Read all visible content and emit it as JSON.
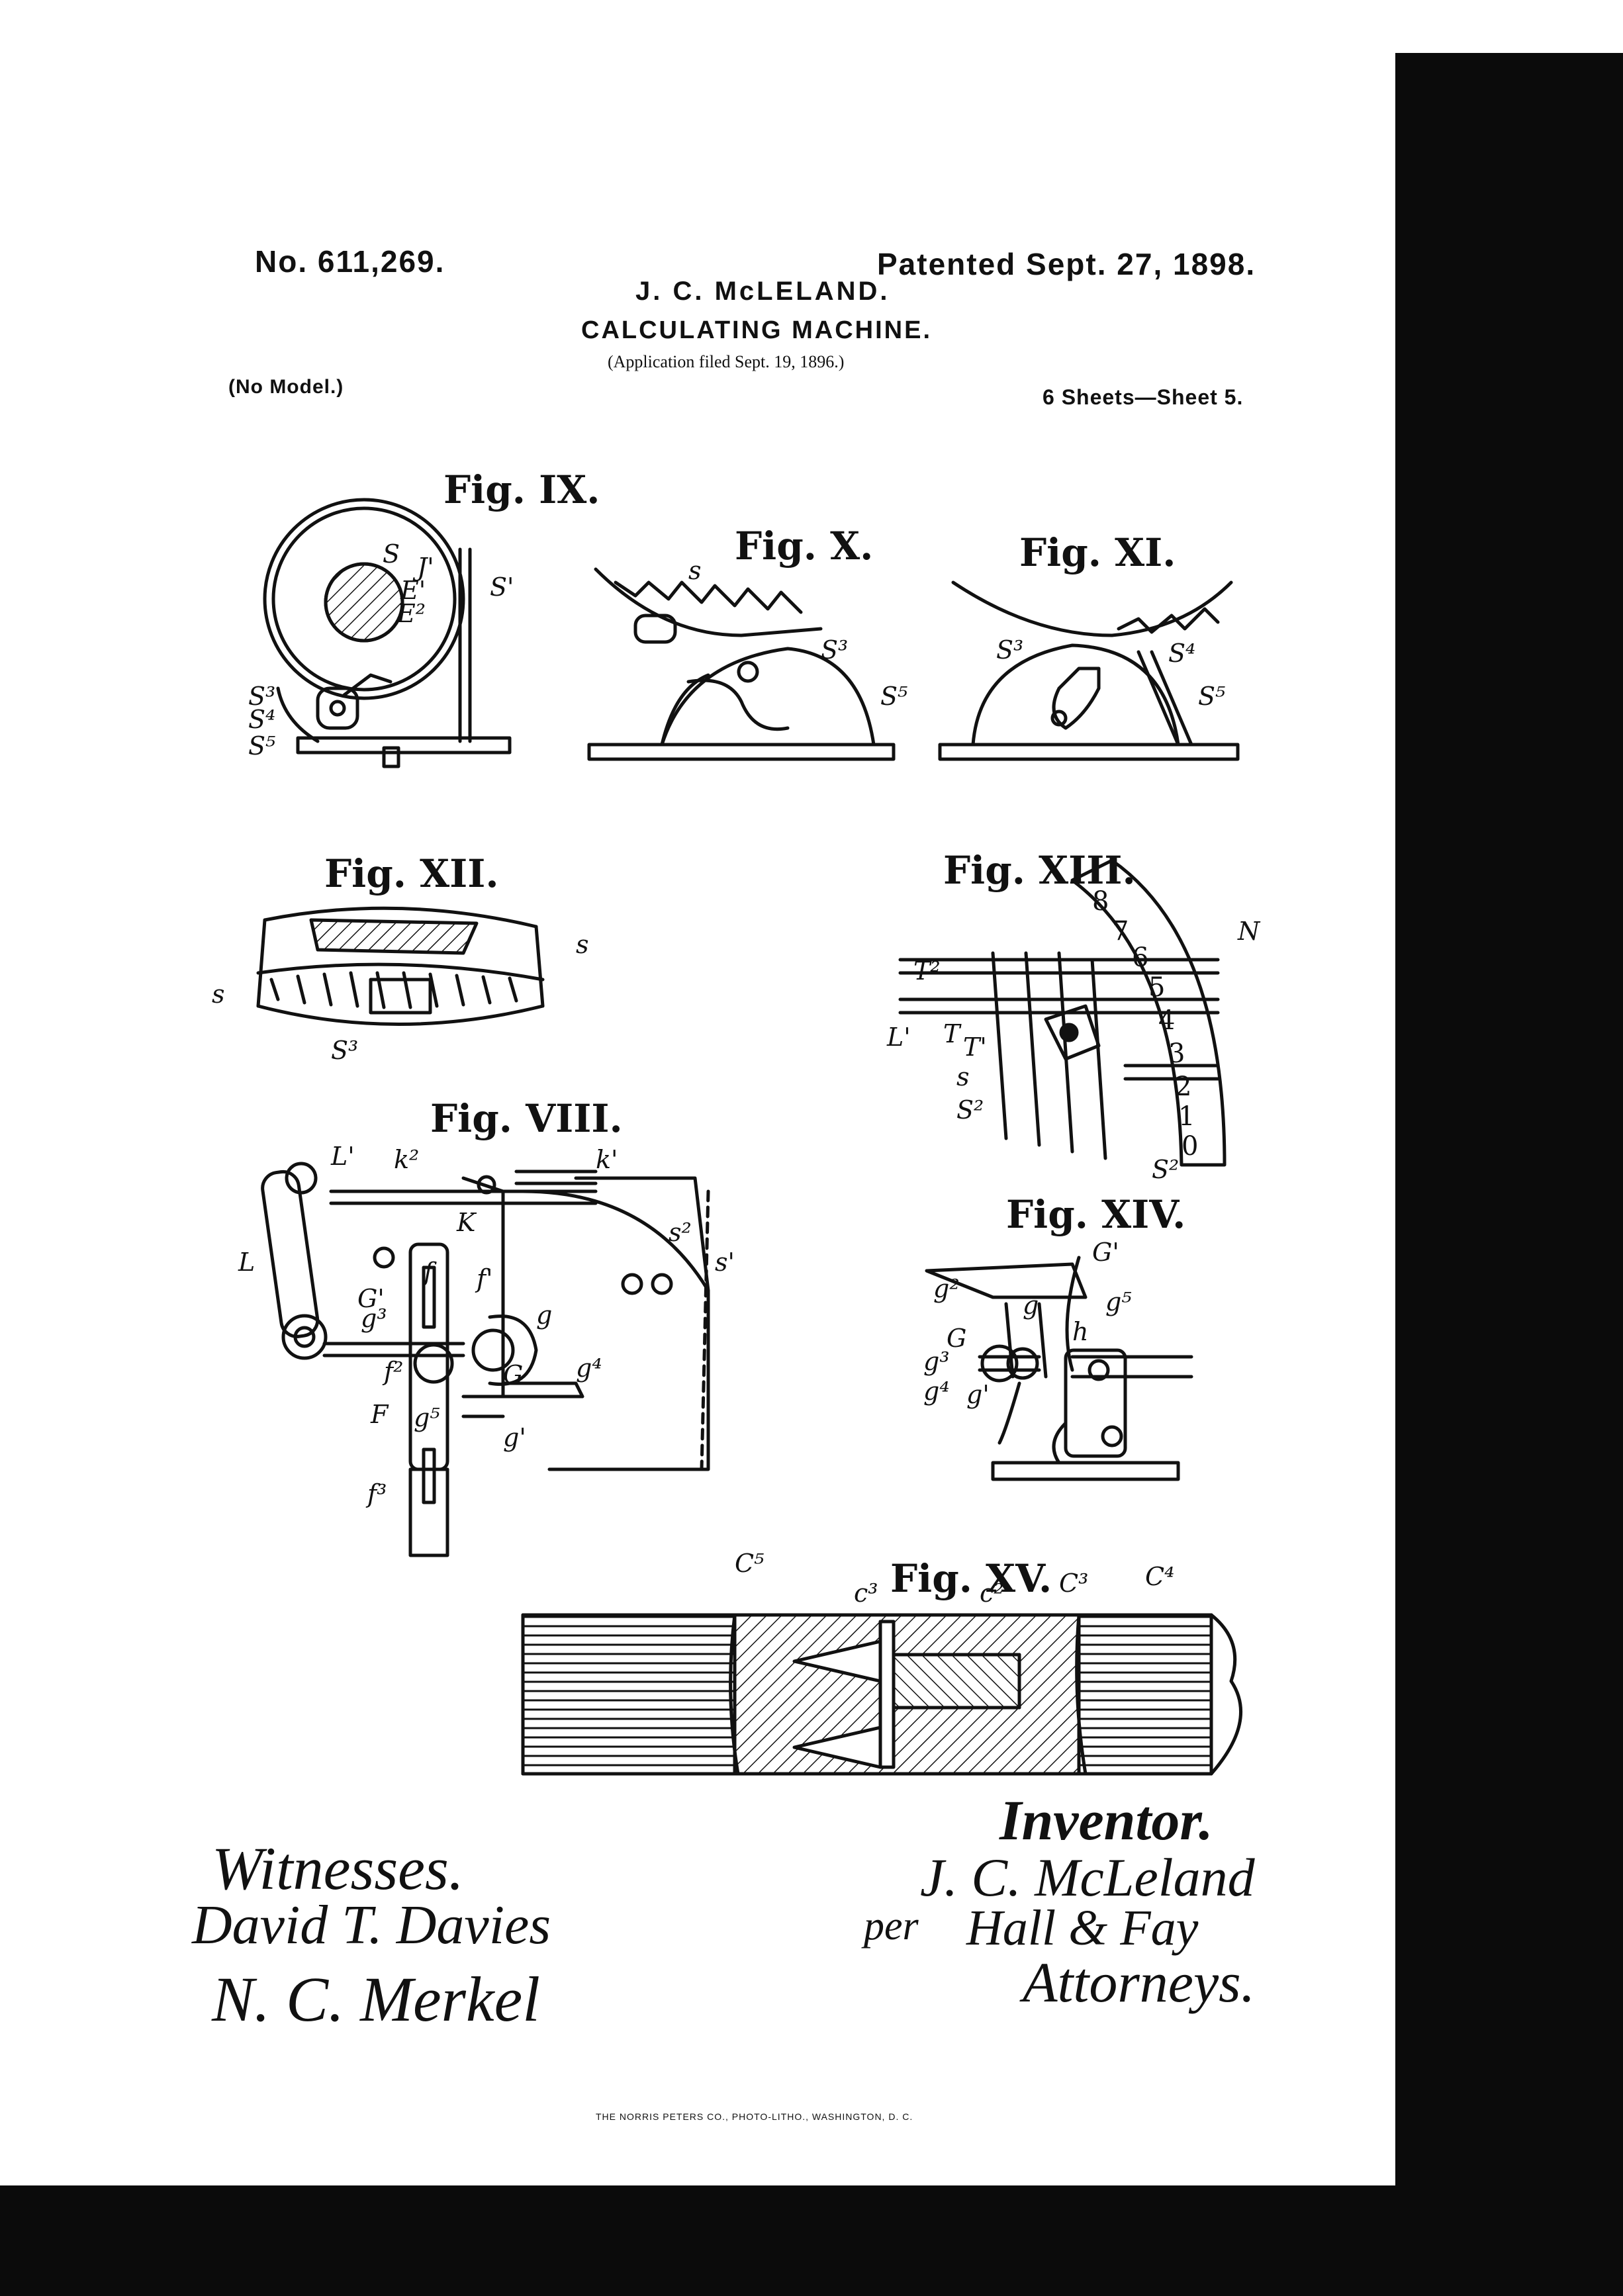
{
  "header": {
    "patent_number": "No. 611,269.",
    "patent_date": "Patented Sept. 27, 1898.",
    "inventor": "J. C. McLELAND.",
    "title": "CALCULATING MACHINE.",
    "application": "(Application filed Sept. 19, 1896.)",
    "model": "(No Model.)",
    "sheets": "6 Sheets—Sheet 5."
  },
  "figures": {
    "ix": "Fig. IX.",
    "x": "Fig. X.",
    "xi": "Fig. XI.",
    "xii": "Fig. XII.",
    "xiii": "Fig. XIII.",
    "viii": "Fig. VIII.",
    "xiv": "Fig. XIV.",
    "xv": "Fig. XV."
  },
  "labels": {
    "ix": [
      "S",
      "J'",
      "E'",
      "E²",
      "S'",
      "S³",
      "S⁴",
      "S⁵"
    ],
    "x": [
      "s",
      "S³",
      "S⁵"
    ],
    "xi": [
      "S³",
      "S⁴",
      "S⁵"
    ],
    "xii": [
      "s",
      "s",
      "S³"
    ],
    "xiii": [
      "N",
      "T²",
      "L'",
      "T",
      "T'",
      "s",
      "S²",
      "S²"
    ],
    "viii": [
      "L'",
      "k²",
      "k'",
      "K",
      "L",
      "s²",
      "s'",
      "f",
      "f'",
      "G'",
      "g³",
      "g",
      "f²",
      "g⁴",
      "G",
      "F",
      "g⁵",
      "g'",
      "f³"
    ],
    "xiv": [
      "G'",
      "g²",
      "g",
      "g⁵",
      "G",
      "h",
      "g³",
      "g⁴",
      "g'"
    ],
    "xv": [
      "C⁵",
      "c³",
      "c²",
      "C³",
      "C⁴"
    ]
  },
  "wheel_digits": [
    "8",
    "7",
    "6",
    "5",
    "4",
    "3",
    "2",
    "1",
    "0"
  ],
  "signatures": {
    "witnesses_heading": "Witnesses.",
    "witness_1": "David T. Davies",
    "witness_2": "N. C. Merkel",
    "inventor_heading": "Inventor.",
    "inventor_signature": "J. C. McLeland",
    "per": "per",
    "attorneys_firm": "Hall & Fay",
    "attorneys_heading": "Attorneys."
  },
  "lithographer": "THE NORRIS PETERS CO., PHOTO-LITHO., WASHINGTON, D. C."
}
